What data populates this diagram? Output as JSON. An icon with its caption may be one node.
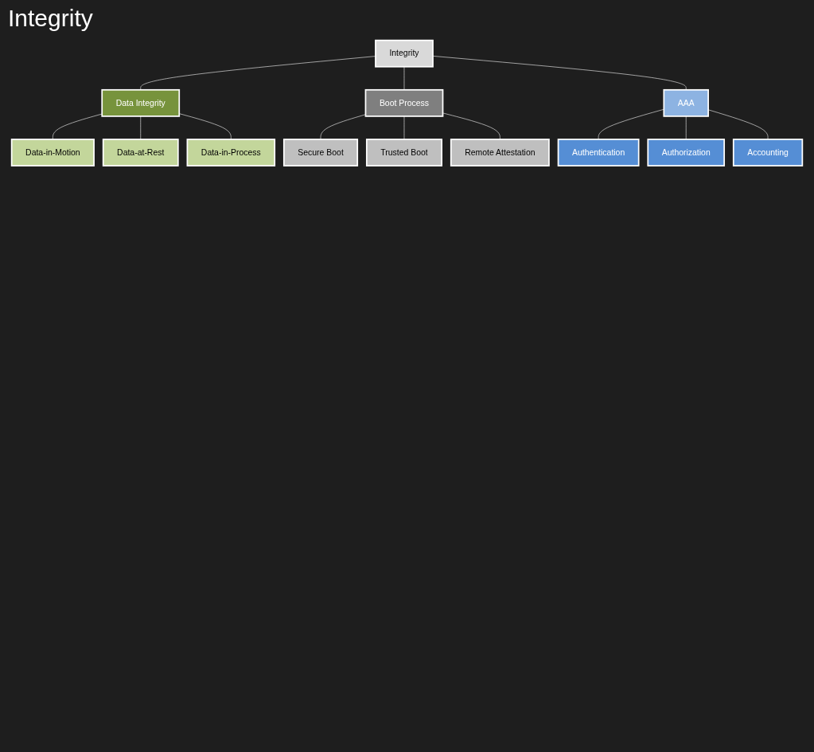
{
  "diagram": {
    "title": "Integrity",
    "nodes": [
      {
        "text": [
          "Integrity"
        ]
      },
      {
        "text": [
          "Data Integrity"
        ]
      },
      {
        "text": [
          "Boot Process"
        ]
      },
      {
        "text": [
          "AAA"
        ]
      },
      {
        "text": [
          "Data-in-Motion"
        ]
      },
      {
        "text": [
          "Data-at-Rest"
        ]
      },
      {
        "text": [
          "Data-in-Process"
        ]
      },
      {
        "text": [
          "Secure Boot"
        ]
      },
      {
        "text": [
          "Trusted Boot"
        ]
      },
      {
        "text": [
          "Remote Attestation"
        ]
      },
      {
        "text": [
          "Authentication"
        ]
      },
      {
        "text": [
          "Authorization"
        ]
      },
      {
        "text": [
          "Accounting"
        ]
      }
    ],
    "edges": [
      {
        "from": 0,
        "to": 1,
        "arrow": "none"
      },
      {
        "from": 0,
        "to": 2,
        "arrow": "none"
      },
      {
        "from": 0,
        "to": 3,
        "arrow": "none"
      },
      {
        "from": 1,
        "to": 4,
        "arrow": "none"
      },
      {
        "from": 1,
        "to": 5,
        "arrow": "none"
      },
      {
        "from": 1,
        "to": 6,
        "arrow": "none"
      },
      {
        "from": 2,
        "to": 7,
        "arrow": "none"
      },
      {
        "from": 2,
        "to": 8,
        "arrow": "none"
      },
      {
        "from": 2,
        "to": 9,
        "arrow": "none"
      },
      {
        "from": 3,
        "to": 10,
        "arrow": "none"
      },
      {
        "from": 3,
        "to": 11,
        "arrow": "none"
      },
      {
        "from": 3,
        "to": 12,
        "arrow": "none"
      }
    ]
  }
}
